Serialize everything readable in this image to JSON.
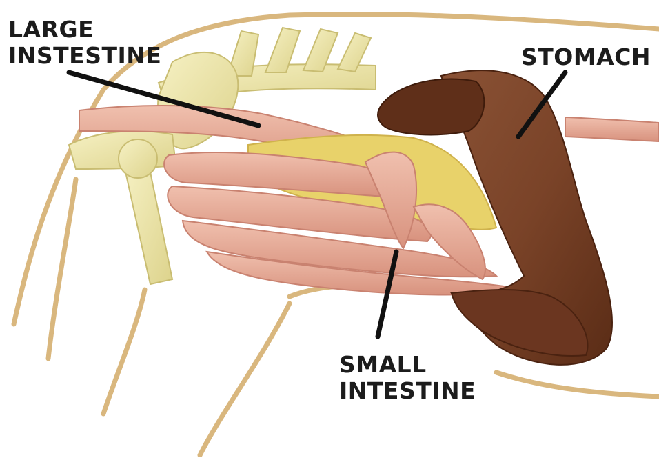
{
  "labels": {
    "large_intestine": {
      "line1": "LARGE",
      "line2": "INSTESTINE"
    },
    "stomach": {
      "line1": "STOMACH"
    },
    "small_intestine": {
      "line1": "SMALL",
      "line2": "INTESTINE"
    }
  },
  "colors": {
    "outline": "#d9b77e",
    "bone": "#ece6a6",
    "intestine": "#e3a997",
    "fat": "#e8d26a",
    "stomach": "#6e3a22",
    "pointer": "#111111"
  }
}
